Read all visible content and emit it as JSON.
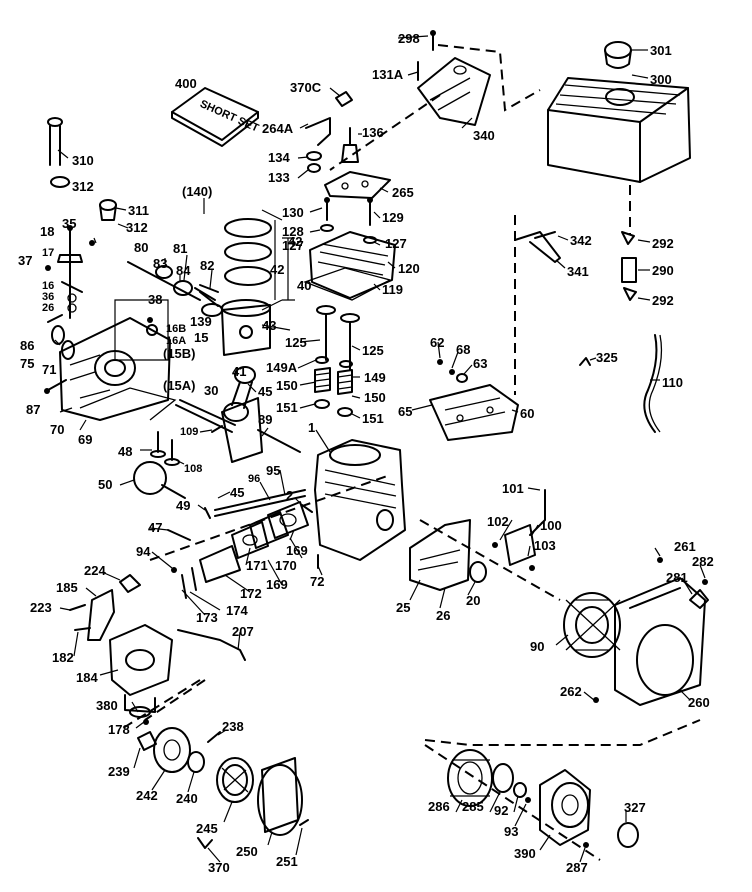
{
  "labels": {
    "l298": "298",
    "l131A": "131A",
    "l301": "301",
    "l300": "300",
    "l400": "400",
    "l370C": "370C",
    "l136": "136",
    "l264A": "264A",
    "l134": "134",
    "l133": "133",
    "l340": "340",
    "l310": "310",
    "l312a": "312",
    "l140": "(140)",
    "l265": "265",
    "l311": "311",
    "l312b": "312",
    "l130": "130",
    "l129": "129",
    "l128": "128",
    "l127a": "127",
    "l127b": "127",
    "l120": "120",
    "l119": "119",
    "l42a": "42",
    "l42b": "42",
    "l40": "40",
    "l35": "35",
    "l18": "18",
    "l17": "17",
    "l37": "37",
    "l16": "16",
    "l36": "36",
    "l26a": "26",
    "l80": "80",
    "l81": "81",
    "l83": "83",
    "l84": "84",
    "l82": "82",
    "l38": "38",
    "l139": "139",
    "l15": "15",
    "l16B": "16B",
    "l16A": "16A",
    "l43": "43",
    "l125a": "125",
    "l125b": "125",
    "l86": "86",
    "l75": "75",
    "l71": "71",
    "l15B": "(15B)",
    "l41": "41",
    "l149A": "149A",
    "l150a": "150",
    "l149": "149",
    "l150b": "150",
    "l15A": "(15A)",
    "l30": "30",
    "l45a": "45",
    "l151a": "151",
    "l151b": "151",
    "l87": "87",
    "l70": "70",
    "l69": "69",
    "l109": "109",
    "l89": "89",
    "l342": "342",
    "l292a": "292",
    "l341": "341",
    "l290": "290",
    "l292b": "292",
    "l62": "62",
    "l68": "68",
    "l63": "63",
    "l325": "325",
    "l110": "110",
    "l65": "65",
    "l60": "60",
    "l1": "1",
    "l48": "48",
    "l108": "108",
    "l96": "96",
    "l95": "95",
    "l50": "50",
    "l45b": "45",
    "l49": "49",
    "l2": "2",
    "l101": "101",
    "l102": "102",
    "l100": "100",
    "l103": "103",
    "l47": "47",
    "l169a": "169",
    "l170": "170",
    "l171": "171",
    "l94": "94",
    "l72": "72",
    "l224": "224",
    "l172": "172",
    "l169b": "169",
    "l261": "261",
    "l282": "282",
    "l185": "185",
    "l281": "281",
    "l25": "25",
    "l26b": "26",
    "l20": "20",
    "l223": "223",
    "l174": "174",
    "l173": "173",
    "l207": "207",
    "l90": "90",
    "l182": "182",
    "l184": "184",
    "l262": "262",
    "l260": "260",
    "l380": "380",
    "l178": "178",
    "l238": "238",
    "l239": "239",
    "l242": "242",
    "l240": "240",
    "l286": "286",
    "l285": "285",
    "l92": "92",
    "l327": "327",
    "l245": "245",
    "l93": "93",
    "l250": "250",
    "l251": "251",
    "l390": "390",
    "l370": "370",
    "l287": "287"
  },
  "manual_cover": "SHORT SET"
}
